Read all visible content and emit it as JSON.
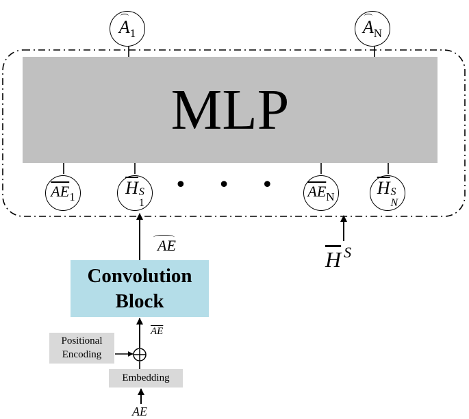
{
  "mlp": {
    "label": "MLP"
  },
  "conv_block": {
    "line1": "Convolution",
    "line2": "Block"
  },
  "positional_encoding": {
    "line1": "Positional",
    "line2": "Encoding"
  },
  "embedding": {
    "label": "Embedding"
  },
  "outputs": [
    {
      "base": "A",
      "sub": "1"
    },
    {
      "base": "A",
      "sub": "N"
    }
  ],
  "inputs": [
    {
      "base": "AE",
      "sub": "1"
    },
    {
      "base": "H",
      "sup": "S",
      "sub": "1"
    },
    {
      "base": "AE",
      "sub": "N"
    },
    {
      "base": "H",
      "sup": "S",
      "sub": "N"
    }
  ],
  "ellipsis": "• • •",
  "edge_labels": {
    "ae_hat": "AE",
    "ae_bar": "AE",
    "ae": "AE",
    "h_bar_s_base": "H",
    "h_bar_s_sup": "S"
  },
  "colors": {
    "mlp_fill": "#c0c0c0",
    "conv_fill": "#b4dde8",
    "aux_fill": "#d9d9d9",
    "line": "#000000"
  }
}
